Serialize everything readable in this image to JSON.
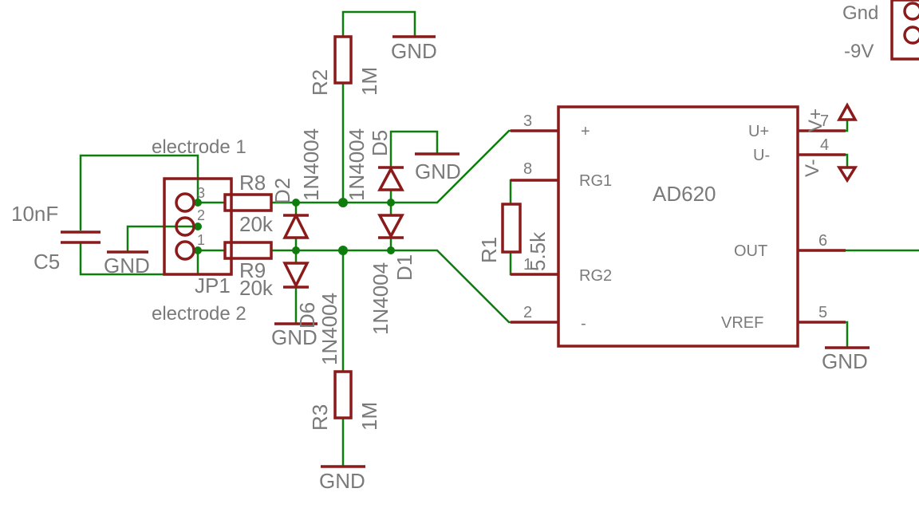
{
  "colors": {
    "wire": "#0e7d0e",
    "part": "#8b1a1a",
    "text": "#7a7a7a",
    "background": "#ffffff"
  },
  "labels": {
    "gnd_top": "GND",
    "r2_name": "R2",
    "r2_value": "1M",
    "d5_name": "D5",
    "d5_type": "1N4004",
    "d5_gnd": "GND",
    "d2_name": "D2",
    "d2_type": "1N4004",
    "electrode1": "electrode 1",
    "electrode2": "electrode 2",
    "c5_value": "10nF",
    "c5_name": "C5",
    "c5_gnd": "GND",
    "jp1_name": "JP1",
    "pin3": "3",
    "pin2": "2",
    "pin1": "1",
    "r8_name": "R8",
    "r8_value": "20k",
    "r9_name": "R9",
    "r9_value": "20k",
    "d6_name": "D6",
    "d6_type": "1N4004",
    "d6_gnd": "GND",
    "d1_name": "D1",
    "d1_type": "1N4004",
    "r3_name": "R3",
    "r3_value": "1M",
    "gnd_bottom": "GND",
    "r1_name": "R1",
    "r1_value": "5.5k",
    "ic_name": "AD620",
    "ic_plus": "+",
    "ic_rg1": "RG1",
    "ic_rg2": "RG2",
    "ic_minus": "-",
    "ic_uplus": "U+",
    "ic_uminus": "U-",
    "ic_out": "OUT",
    "ic_vref": "VREF",
    "pin_3": "3",
    "pin_8": "8",
    "pin_1": "1",
    "pin_2": "2",
    "pin_7": "7",
    "pin_4": "4",
    "pin_6": "6",
    "pin_5": "5",
    "vplus": "V+",
    "vminus": "V-",
    "gnd_vref": "GND",
    "conn_gnd": "Gnd",
    "conn_neg9": "-9V"
  }
}
